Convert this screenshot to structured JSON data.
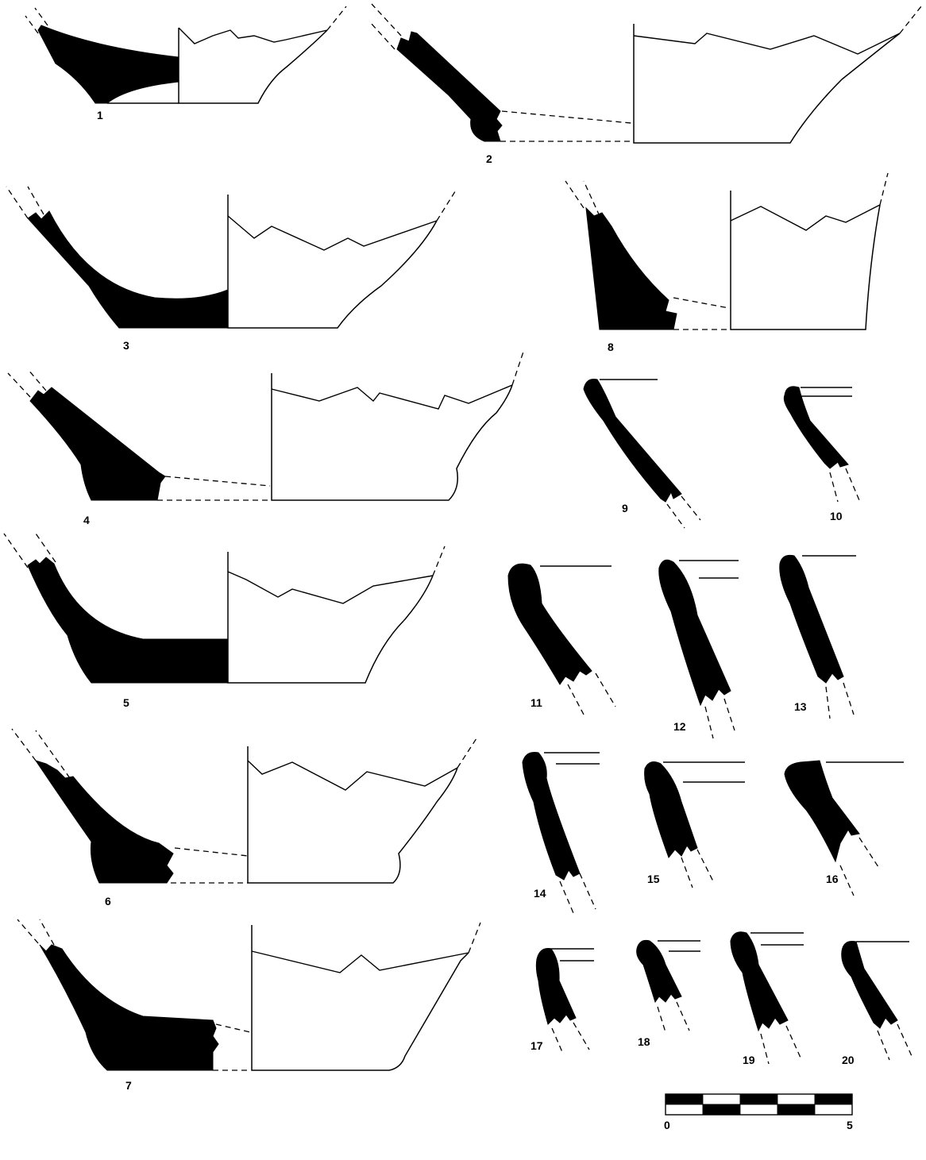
{
  "figure": {
    "vessels": [
      {
        "id": "fig-1",
        "label": "1"
      },
      {
        "id": "fig-2",
        "label": "2"
      },
      {
        "id": "fig-3",
        "label": "3"
      },
      {
        "id": "fig-4",
        "label": "4"
      },
      {
        "id": "fig-5",
        "label": "5"
      },
      {
        "id": "fig-6",
        "label": "6"
      },
      {
        "id": "fig-7",
        "label": "7"
      },
      {
        "id": "fig-8",
        "label": "8"
      }
    ],
    "rims": [
      {
        "id": "fig-9",
        "label": "9"
      },
      {
        "id": "fig-10",
        "label": "10"
      },
      {
        "id": "fig-11",
        "label": "11"
      },
      {
        "id": "fig-12",
        "label": "12"
      },
      {
        "id": "fig-13",
        "label": "13"
      },
      {
        "id": "fig-14",
        "label": "14"
      },
      {
        "id": "fig-15",
        "label": "15"
      },
      {
        "id": "fig-16",
        "label": "16"
      },
      {
        "id": "fig-17",
        "label": "17"
      },
      {
        "id": "fig-18",
        "label": "18"
      },
      {
        "id": "fig-19",
        "label": "19"
      },
      {
        "id": "fig-20",
        "label": "20"
      }
    ],
    "scale_bar": {
      "start_label": "0",
      "end_label": "5",
      "divisions": 5
    }
  }
}
